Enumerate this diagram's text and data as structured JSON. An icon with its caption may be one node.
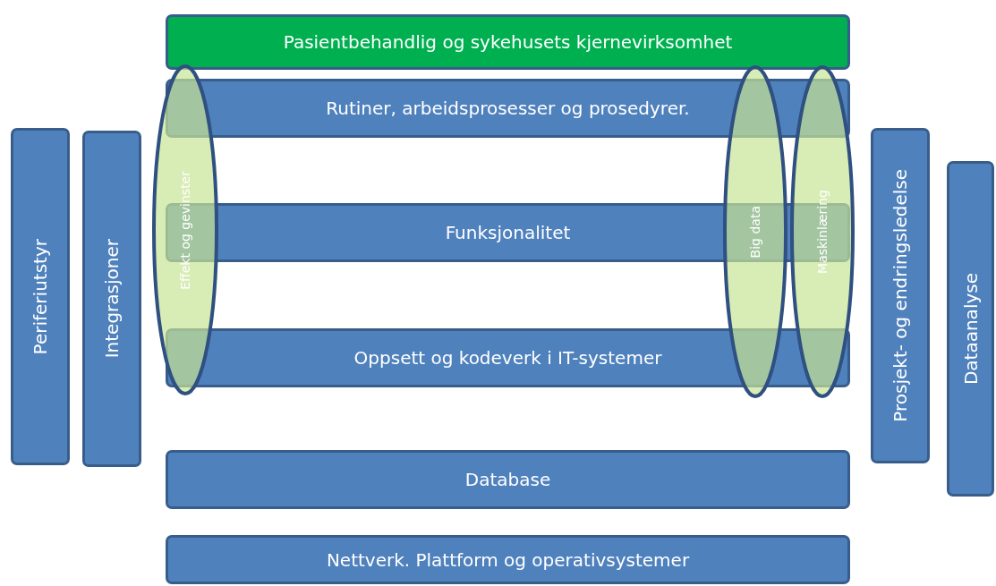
{
  "diagram": {
    "nodes": [
      {
        "text": [
          "Pasientbehandlig og sykehusets kjernevirksomhet"
        ]
      },
      {
        "text": [
          "Rutiner, arbeidsprosesser og prosedyrer."
        ]
      },
      {
        "text": [
          "Funksjonalitet"
        ]
      },
      {
        "text": [
          "Oppsett og kodeverk i IT-systemer"
        ]
      },
      {
        "text": [
          "Database"
        ]
      },
      {
        "text": [
          "Nettverk. Plattform og operativsystemer"
        ]
      },
      {
        "text": [
          "Periferiutstyr"
        ]
      },
      {
        "text": [
          "Integrasjoner"
        ]
      },
      {
        "text": [
          "Effekt og gevinster"
        ]
      },
      {
        "text": [
          "Big data"
        ]
      },
      {
        "text": [
          "Maskinlæring"
        ]
      },
      {
        "text": [
          "Prosjekt- og endringsledelse"
        ]
      },
      {
        "text": [
          "Dataanalyse"
        ]
      }
    ],
    "edges": []
  }
}
